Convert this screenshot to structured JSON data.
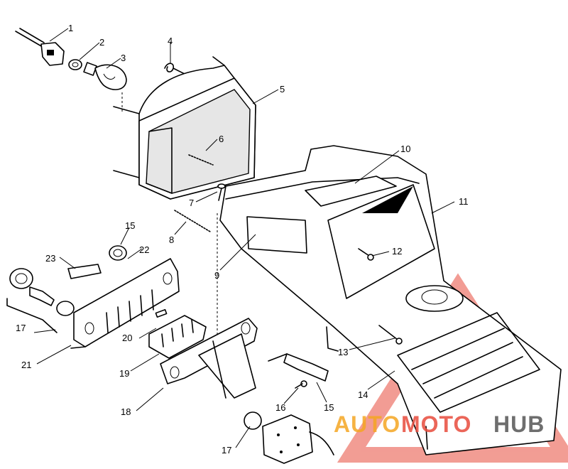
{
  "callouts": [
    {
      "id": "1",
      "label": "1"
    },
    {
      "id": "2",
      "label": "2"
    },
    {
      "id": "3",
      "label": "3"
    },
    {
      "id": "4",
      "label": "4"
    },
    {
      "id": "5",
      "label": "5"
    },
    {
      "id": "6",
      "label": "6"
    },
    {
      "id": "7",
      "label": "7"
    },
    {
      "id": "8",
      "label": "8"
    },
    {
      "id": "9",
      "label": "9"
    },
    {
      "id": "10",
      "label": "10"
    },
    {
      "id": "11",
      "label": "11"
    },
    {
      "id": "12",
      "label": "12"
    },
    {
      "id": "13",
      "label": "13"
    },
    {
      "id": "14",
      "label": "14"
    },
    {
      "id": "15a",
      "label": "15"
    },
    {
      "id": "15b",
      "label": "15"
    },
    {
      "id": "16",
      "label": "16"
    },
    {
      "id": "17a",
      "label": "17"
    },
    {
      "id": "17b",
      "label": "17"
    },
    {
      "id": "18",
      "label": "18"
    },
    {
      "id": "19",
      "label": "19"
    },
    {
      "id": "20",
      "label": "20"
    },
    {
      "id": "21",
      "label": "21"
    },
    {
      "id": "22",
      "label": "22"
    },
    {
      "id": "23",
      "label": "23"
    }
  ],
  "watermark": {
    "part1": "AUTO",
    "part2": "MOTO",
    "part3": "HUB",
    "color_orange": "#f5a623",
    "color_red": "#e84c3d",
    "color_grey": "#555555"
  }
}
